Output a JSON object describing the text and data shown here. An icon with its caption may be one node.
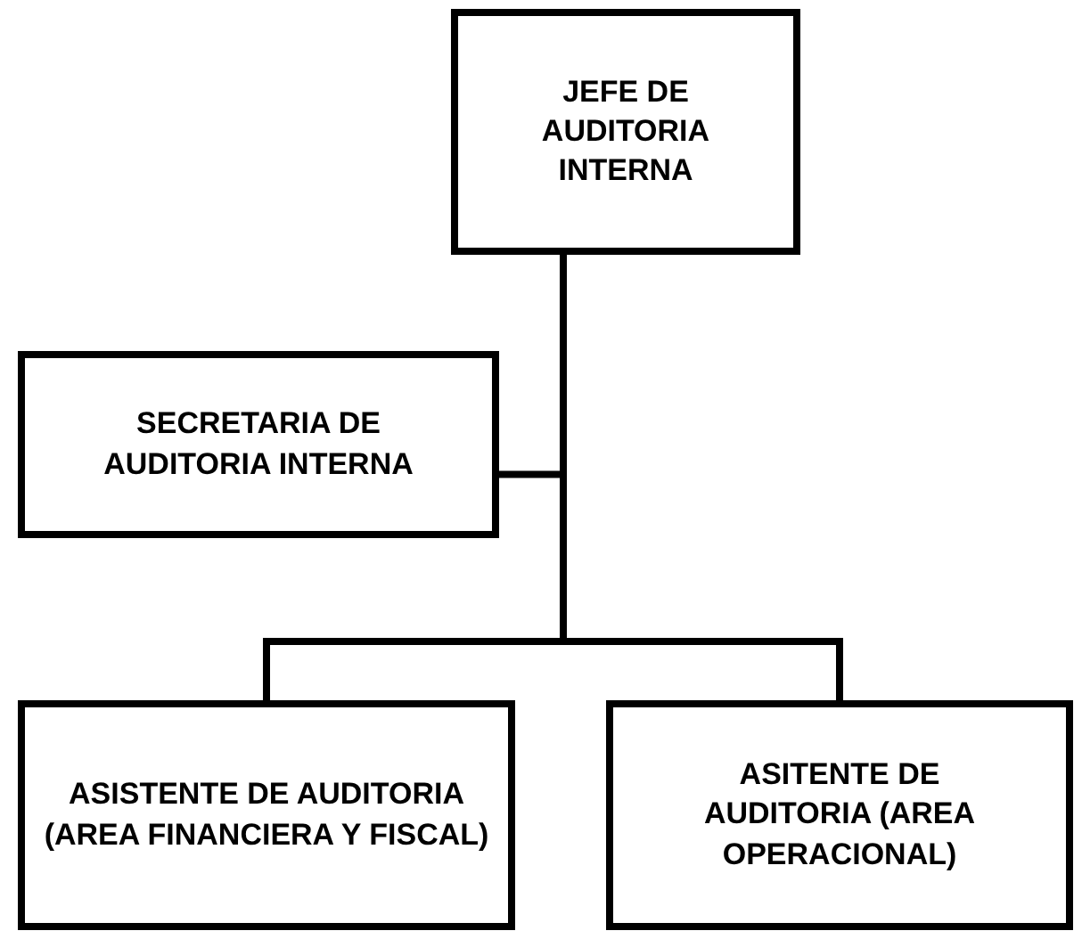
{
  "diagram": {
    "nodes": [
      {
        "text": [
          "JEFE DE AUDITORIA INTERNA"
        ]
      },
      {
        "text": [
          "SECRETARIA DE AUDITORIA INTERNA"
        ]
      },
      {
        "text": [
          "ASISTENTE DE AUDITORIA (AREA FINANCIERA Y FISCAL)"
        ]
      },
      {
        "text": [
          "ASITENTE DE AUDITORIA (AREA OPERACIONAL)"
        ]
      }
    ],
    "edges": [
      {
        "from": 0,
        "to": 1,
        "arrow": "none"
      },
      {
        "from": 0,
        "to": 2,
        "arrow": "none"
      },
      {
        "from": 0,
        "to": 3,
        "arrow": "none"
      }
    ]
  }
}
